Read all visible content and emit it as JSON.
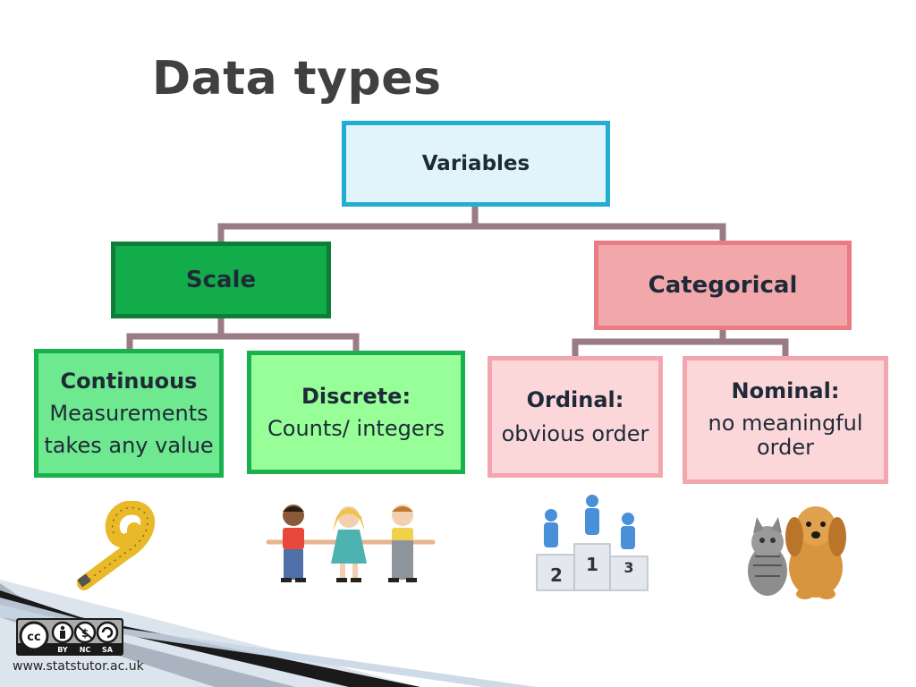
{
  "title": "Data types",
  "nodes": {
    "variables": "Variables",
    "scale": "Scale",
    "categorical": "Categorical",
    "continuous": {
      "heading": "Continuous",
      "line1": "Measurements",
      "line2": "takes any value"
    },
    "discrete": {
      "heading": "Discrete:",
      "text": "Counts/ integers"
    },
    "ordinal": {
      "heading": "Ordinal:",
      "text": "obvious order"
    },
    "nominal": {
      "heading": "Nominal:",
      "text": "no meaningful order"
    }
  },
  "license": {
    "by": "BY",
    "nc": "NC",
    "sa": "SA"
  },
  "podium": {
    "first": "1",
    "second": "2",
    "third": "3"
  },
  "footer_url": "www.statstutor.ac.uk",
  "colors": {
    "title": "#404040",
    "variables_fill": "#e1f3fb",
    "variables_border": "#22aed1",
    "scale_fill": "#12ac4b",
    "categorical_fill": "#f2a8ab",
    "connector": "#a98a92"
  }
}
